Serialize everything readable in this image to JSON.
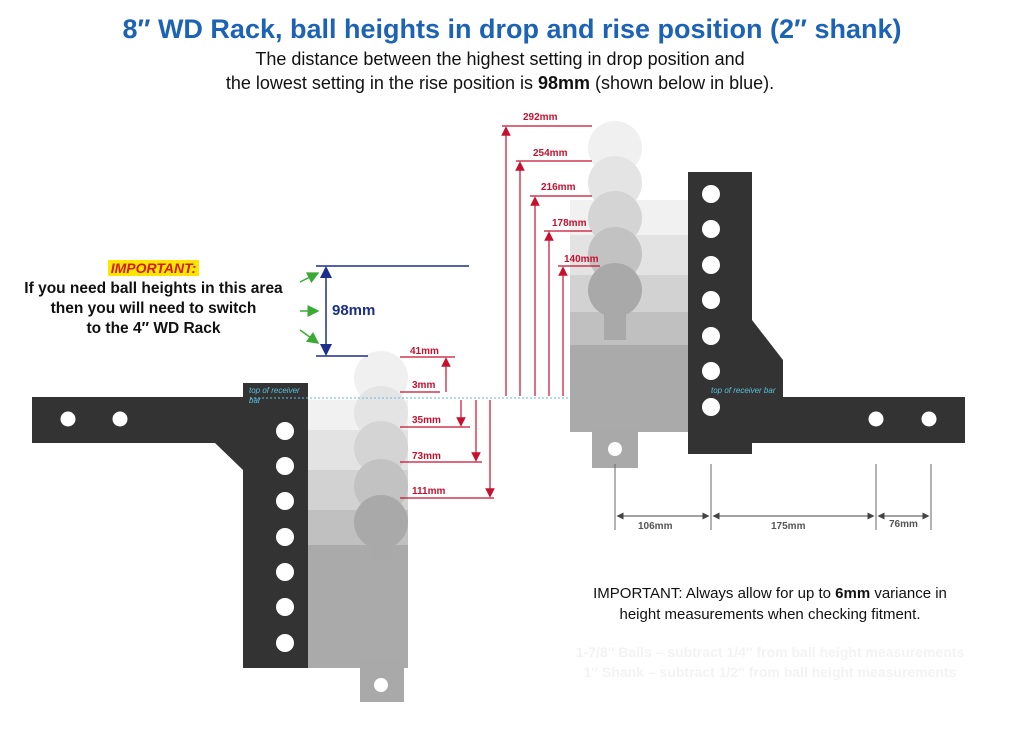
{
  "title": "8″ WD Rack, ball heights in drop and rise position (2″ shank)",
  "subtitle": {
    "line1": "The distance between the highest setting in drop position and",
    "line2_pre": "the lowest setting in the rise position is ",
    "line2_bold": "98mm",
    "line2_post": " (shown below in blue)."
  },
  "warning": {
    "label": "IMPORTANT:",
    "line1": "If you need ball heights in this area",
    "line2": "then you will need to switch",
    "line3": "to the 4″ WD Rack"
  },
  "gap_label": "98mm",
  "receiver_label_drop": "top of receiver bar",
  "receiver_label_rise": "top of receiver bar",
  "drop_heights": [
    {
      "label": "41mm"
    },
    {
      "label": "3mm"
    },
    {
      "label": "35mm"
    },
    {
      "label": "73mm"
    },
    {
      "label": "111mm"
    }
  ],
  "rise_heights": [
    {
      "label": "292mm"
    },
    {
      "label": "254mm"
    },
    {
      "label": "216mm"
    },
    {
      "label": "178mm"
    },
    {
      "label": "140mm"
    }
  ],
  "spacing": [
    {
      "label": "106mm"
    },
    {
      "label": "175mm"
    },
    {
      "label": "76mm"
    }
  ],
  "note": {
    "pre": "IMPORTANT: Always allow for up to ",
    "bold": "6mm",
    "post": " variance in",
    "line2": "height measurements when checking fitment."
  },
  "faint_text": {
    "line1": "1-7/8″ Balls – subtract 1/4″ from ball height measurements",
    "line2": "1″ Shank – subtract 1/2″ from ball height measurements"
  },
  "colors": {
    "title": "#1c62b5",
    "red": "#c8102e",
    "blue": "#1c2f8a",
    "dark": "#333333",
    "green": "#3aaa35"
  }
}
